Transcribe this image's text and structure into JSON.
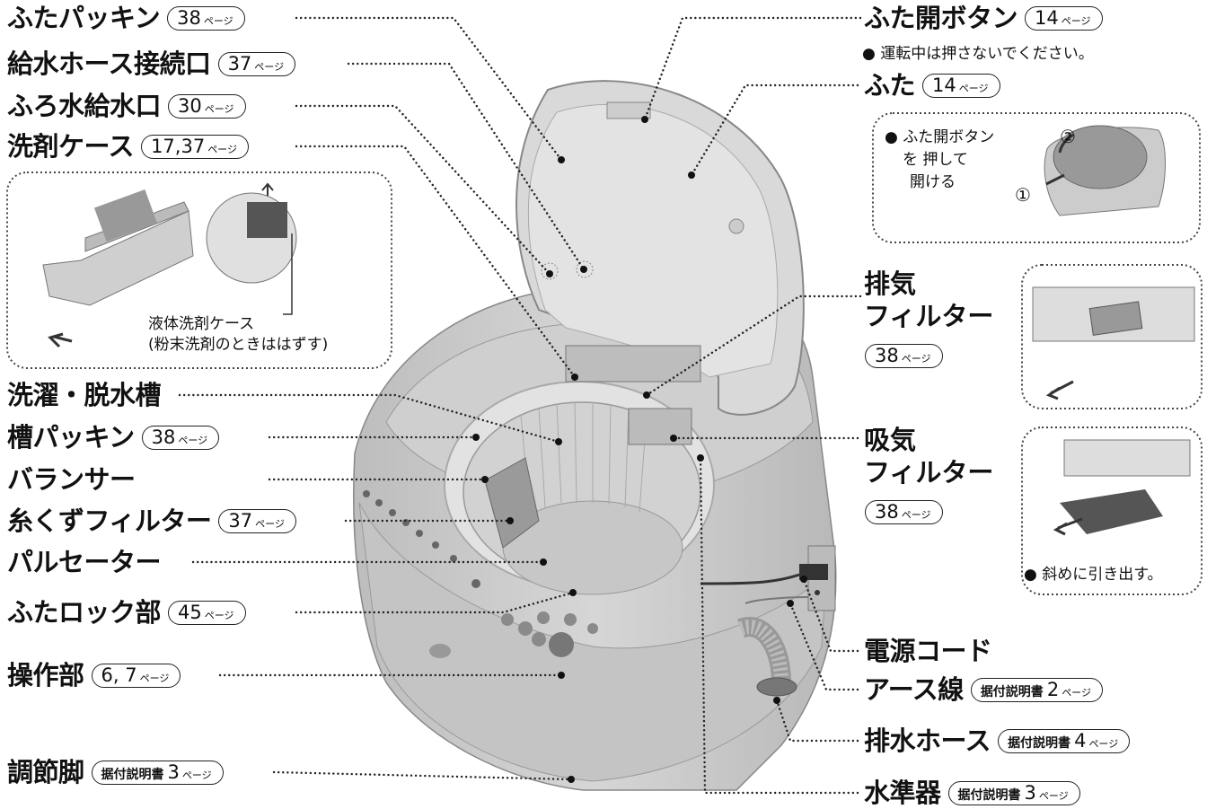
{
  "labels": {
    "futa_packing": {
      "name": "ふたパッキン",
      "num": "38",
      "suffix": "ページ"
    },
    "kyusui_hose": {
      "name": "給水ホース接続口",
      "num": "37",
      "suffix": "ページ"
    },
    "furo_kyusui": {
      "name": "ふろ水給水口",
      "num": "30",
      "suffix": "ページ"
    },
    "senzai_case": {
      "name": "洗剤ケース",
      "num": "17,37",
      "suffix": "ページ"
    },
    "sentaku_dassui": {
      "name": "洗濯・脱水槽"
    },
    "sou_packing": {
      "name": "槽パッキン",
      "num": "38",
      "suffix": "ページ"
    },
    "balancer": {
      "name": "バランサー"
    },
    "itokuzu_filter": {
      "name": "糸くずフィルター",
      "num": "37",
      "suffix": "ページ"
    },
    "pulsator": {
      "name": "パルセーター"
    },
    "futa_lock": {
      "name": "ふたロック部",
      "num": "45",
      "suffix": "ページ"
    },
    "sousa": {
      "name": "操作部",
      "num": "6, 7",
      "suffix": "ページ"
    },
    "chousetsu": {
      "name": "調節脚",
      "pre": "据付説明書",
      "num": "3",
      "suffix": "ページ"
    },
    "futa_open_button": {
      "name": "ふた開ボタン",
      "num": "14",
      "suffix": "ページ"
    },
    "futa": {
      "name": "ふた",
      "num": "14",
      "suffix": "ページ"
    },
    "haiki_filter": {
      "name1": "排気",
      "name2": "フィルター",
      "num": "38",
      "suffix": "ページ"
    },
    "kyuki_filter": {
      "name1": "吸気",
      "name2": "フィルター",
      "num": "38",
      "suffix": "ページ"
    },
    "dengen_code": {
      "name": "電源コード"
    },
    "earth": {
      "name": "アース線",
      "pre": "据付説明書",
      "num": "2",
      "suffix": "ページ"
    },
    "haisui_hose": {
      "name": "排水ホース",
      "pre": "据付説明書",
      "num": "4",
      "suffix": "ページ"
    },
    "suijunki": {
      "name": "水準器",
      "pre": "据付説明書",
      "num": "3",
      "suffix": "ページ"
    }
  },
  "notes": {
    "button_note": "● 運転中は押さないでください。",
    "open_step_1": "● ふた開ボタン",
    "open_step_2": "を 押して",
    "open_step_3": "開ける",
    "circle_1": "①",
    "circle_2": "②",
    "liquid_case": "液体洗剤ケース",
    "powder_note": "(粉末洗剤のときははずす)",
    "diagonal_pull": "● 斜めに引き出す。"
  }
}
